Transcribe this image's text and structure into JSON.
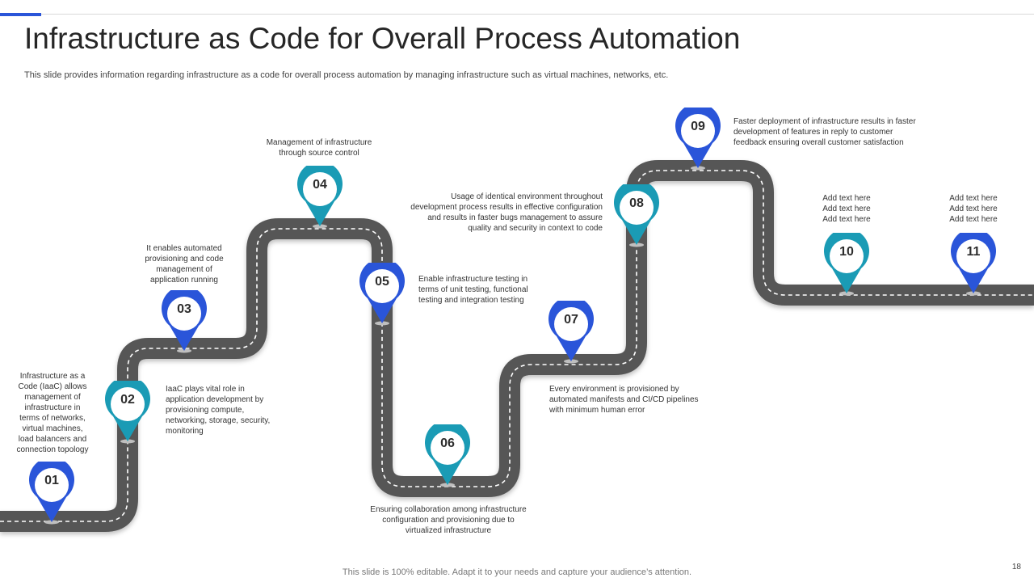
{
  "header": {
    "title": "Infrastructure as Code for Overall Process Automation",
    "subtitle": "This slide provides information regarding infrastructure as a code for overall process automation by managing infrastructure such as virtual machines, networks, etc."
  },
  "steps": [
    {
      "num": "01",
      "text": "Infrastructure as a\nCode (IaaC) allows\nmanagement  of\ninfrastructure in\nterms of networks,\nvirtual machines,\nload balancers and\nconnection topology"
    },
    {
      "num": "02",
      "text": "IaaC  plays vital role in\napplication development by\nprovisioning compute,\nnetworking, storage, security,\nmonitoring"
    },
    {
      "num": "03",
      "text": "It enables automated\nprovisioning and code\nmanagement  of\napplication running"
    },
    {
      "num": "04",
      "text": "Management  of infrastructure\nthrough source control"
    },
    {
      "num": "05",
      "text": "Enable infrastructure testing in\nterms of unit testing, functional\ntesting and integration testing"
    },
    {
      "num": "06",
      "text": "Ensuring collaboration among infrastructure\nconfiguration and provisioning due to\nvirtualized infrastructure"
    },
    {
      "num": "07",
      "text": "Every environment is provisioned by\nautomated manifests and CI/CD  pipelines\nwith minimum  human error"
    },
    {
      "num": "08",
      "text": "Usage of identical environment throughout\ndevelopment process results in effective configuration\nand results in faster bugs management to assure\nquality and security in context to code"
    },
    {
      "num": "09",
      "text": "Faster deployment of infrastructure results in faster\ndevelopment of features in reply to customer\nfeedback ensuring overall customer satisfaction"
    },
    {
      "num": "10",
      "text": "Add text here\n Add text here\nAdd text here"
    },
    {
      "num": "11",
      "text": "Add text here\n Add text here\nAdd text here"
    }
  ],
  "footer": {
    "text": "This slide is 100% editable. Adapt it to your needs and capture your audience’s attention.",
    "page_number": "18"
  },
  "colors": {
    "accent_blue": "#2a55d9",
    "accent_teal": "#1a9bb5",
    "road": "#575757"
  }
}
